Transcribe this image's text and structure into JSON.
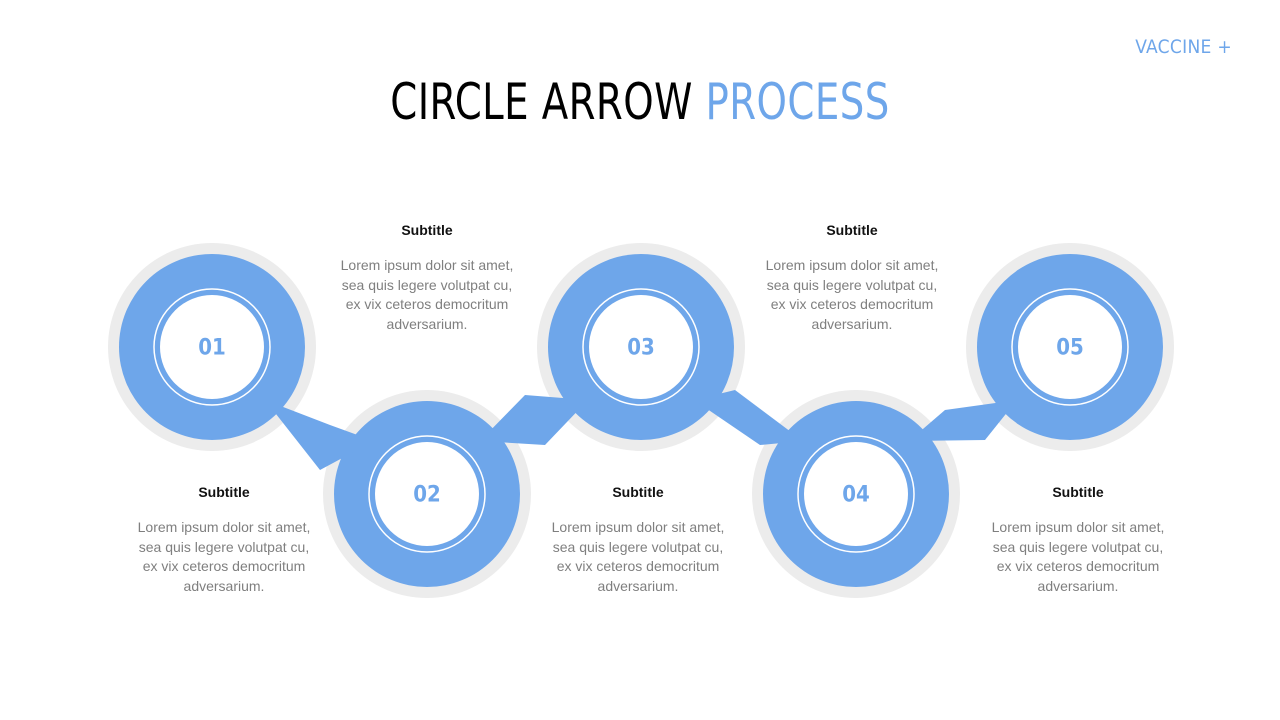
{
  "brand": "VACCINE +",
  "title": {
    "main": "CIRCLE ARROW",
    "highlight": "PROCESS"
  },
  "colors": {
    "accent": "#6ea6ea",
    "shadow": "#ececec",
    "text": "#7f7f7f"
  },
  "steps": [
    {
      "number": "01",
      "subtitle": "Subtitle",
      "text": "Lorem ipsum dolor sit amet, sea quis legere volutpat cu, ex vix ceteros democritum adversarium."
    },
    {
      "number": "02",
      "subtitle": "Subtitle",
      "text": "Lorem ipsum dolor sit amet, sea quis legere volutpat cu, ex vix ceteros democritum adversarium."
    },
    {
      "number": "03",
      "subtitle": "Subtitle",
      "text": "Lorem ipsum dolor sit amet, sea quis legere volutpat cu, ex vix ceteros democritum adversarium."
    },
    {
      "number": "04",
      "subtitle": "Subtitle",
      "text": "Lorem ipsum dolor sit amet, sea quis legere volutpat cu, ex vix ceteros democritum adversarium."
    },
    {
      "number": "05",
      "subtitle": "Subtitle",
      "text": "Lorem ipsum dolor sit amet, sea quis legere volutpat cu, ex vix ceteros democritum adversarium."
    }
  ]
}
